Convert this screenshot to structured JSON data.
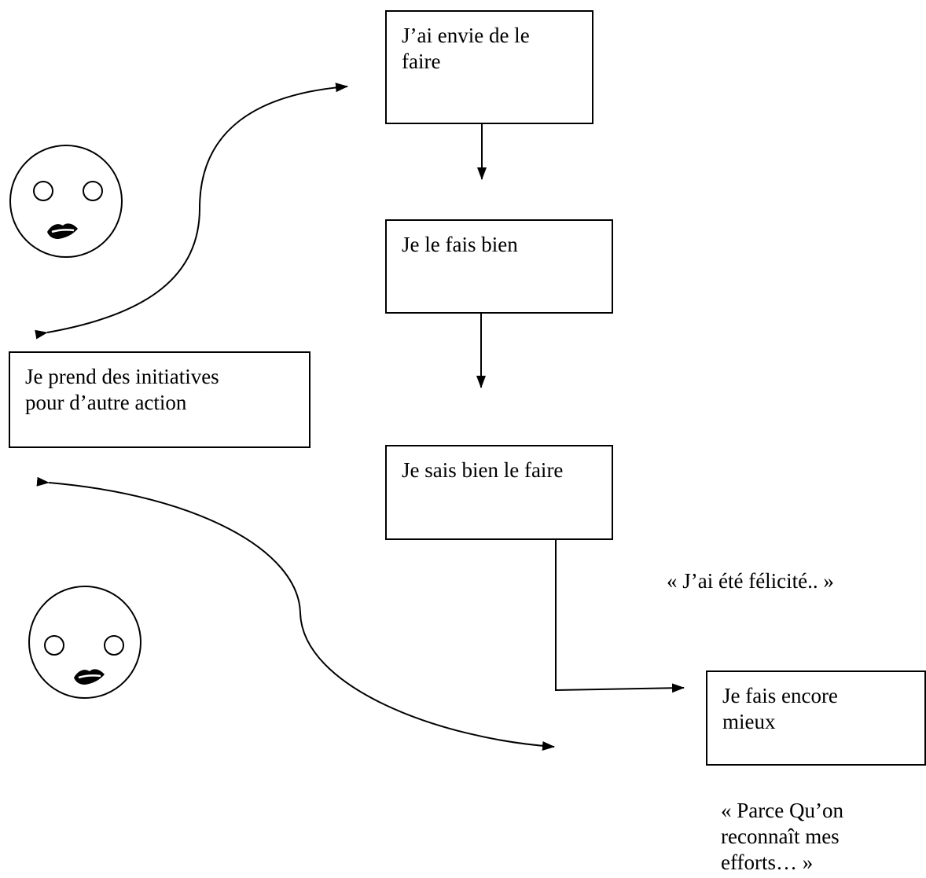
{
  "diagram": {
    "boxes": {
      "want": {
        "text": "J’ai envie de le\nfaire"
      },
      "do_well": {
        "text": "Je le fais bien"
      },
      "know_well": {
        "text": "Je sais bien le faire"
      },
      "initiatives": {
        "text": "Je prend des initiatives\npour d’autre action"
      },
      "even_better": {
        "text": "Je fais encore\nmieux"
      }
    },
    "notes": {
      "congratulated": "« J’ai été félicité.. »",
      "because": "« Parce Qu’on\nreconnaît mes\nefforts… »"
    },
    "faces": [
      {
        "name": "smiley-face-top",
        "icon": "smiley-face-icon"
      },
      {
        "name": "smiley-face-bottom",
        "icon": "smiley-face-icon"
      }
    ],
    "colors": {
      "stroke": "#000000",
      "background": "#ffffff"
    }
  }
}
